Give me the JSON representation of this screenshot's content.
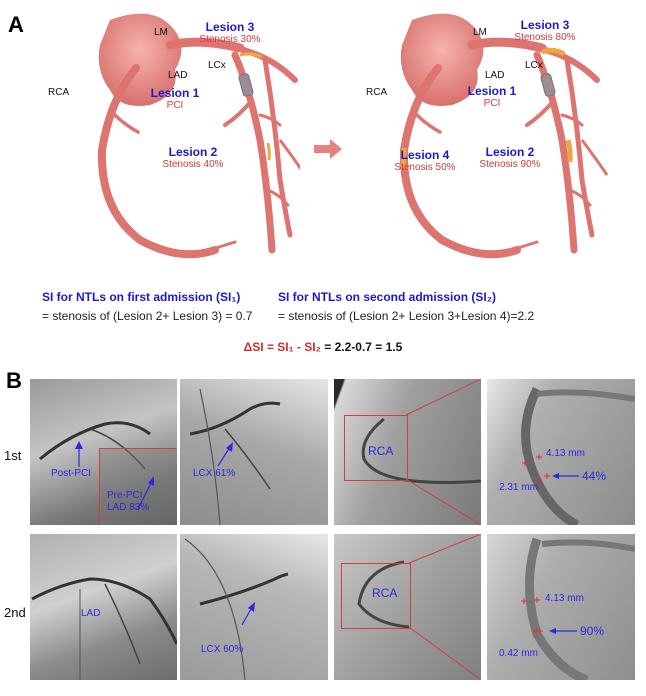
{
  "panel_a": {
    "letter": "A",
    "first_admission": {
      "vessels": {
        "lm": "LM",
        "lad": "LAD",
        "lcx": "LCx",
        "rca": "RCA"
      },
      "lesions": [
        {
          "title": "Lesion 1",
          "sub": "PCI"
        },
        {
          "title": "Lesion 2",
          "sub": "Stenosis 40%"
        },
        {
          "title": "Lesion 3",
          "sub": "Stenosis 30%"
        }
      ]
    },
    "second_admission": {
      "vessels": {
        "lm": "LM",
        "lad": "LAD",
        "lcx": "LCx",
        "rca": "RCA"
      },
      "lesions": [
        {
          "title": "Lesion 1",
          "sub": "PCI"
        },
        {
          "title": "Lesion 2",
          "sub": "Stenosis 90%"
        },
        {
          "title": "Lesion 3",
          "sub": "Stenosis 80%"
        },
        {
          "title": "Lesion 4",
          "sub": "Stenosis 50%"
        }
      ]
    },
    "si_first": {
      "title": "SI for NTLs on first admission (SI₁)",
      "equation": "= stenosis of (Lesion 2+ Lesion 3) = 0.7"
    },
    "si_second": {
      "title": "SI for NTLs on second admission (SI₂)",
      "equation": "= stenosis of (Lesion 2+ Lesion 3+Lesion 4)=2.2"
    },
    "delta": {
      "red_part": "ΔSI = SI₁ - SI₂",
      "black_part": " = 2.2-0.7 = 1.5"
    },
    "colors": {
      "lesion_title": "#1a1acc",
      "lesion_sub": "#d63a3a",
      "artery": "#e07a78",
      "plaque": "#f0a640",
      "arrow": "#e88080"
    }
  },
  "panel_b": {
    "letter": "B",
    "rows": [
      {
        "label": "1st",
        "lad": {
          "annotations": [
            "Post-PCI",
            "Pre-PCI",
            "LAD 83%"
          ]
        },
        "lcx": {
          "annotation": "LCX 61%"
        },
        "rca": {
          "annotation": "RCA"
        },
        "qca": {
          "ref_diameter": "4.13 mm",
          "min_diameter": "2.31 mm",
          "stenosis": "44%"
        }
      },
      {
        "label": "2nd",
        "lad": {
          "annotations": [
            "LAD"
          ]
        },
        "lcx": {
          "annotation": "LCX 60%"
        },
        "rca": {
          "annotation": "RCA"
        },
        "qca": {
          "ref_diameter": "4.13 mm",
          "min_diameter": "0.42 mm",
          "stenosis": "90%"
        }
      }
    ]
  }
}
